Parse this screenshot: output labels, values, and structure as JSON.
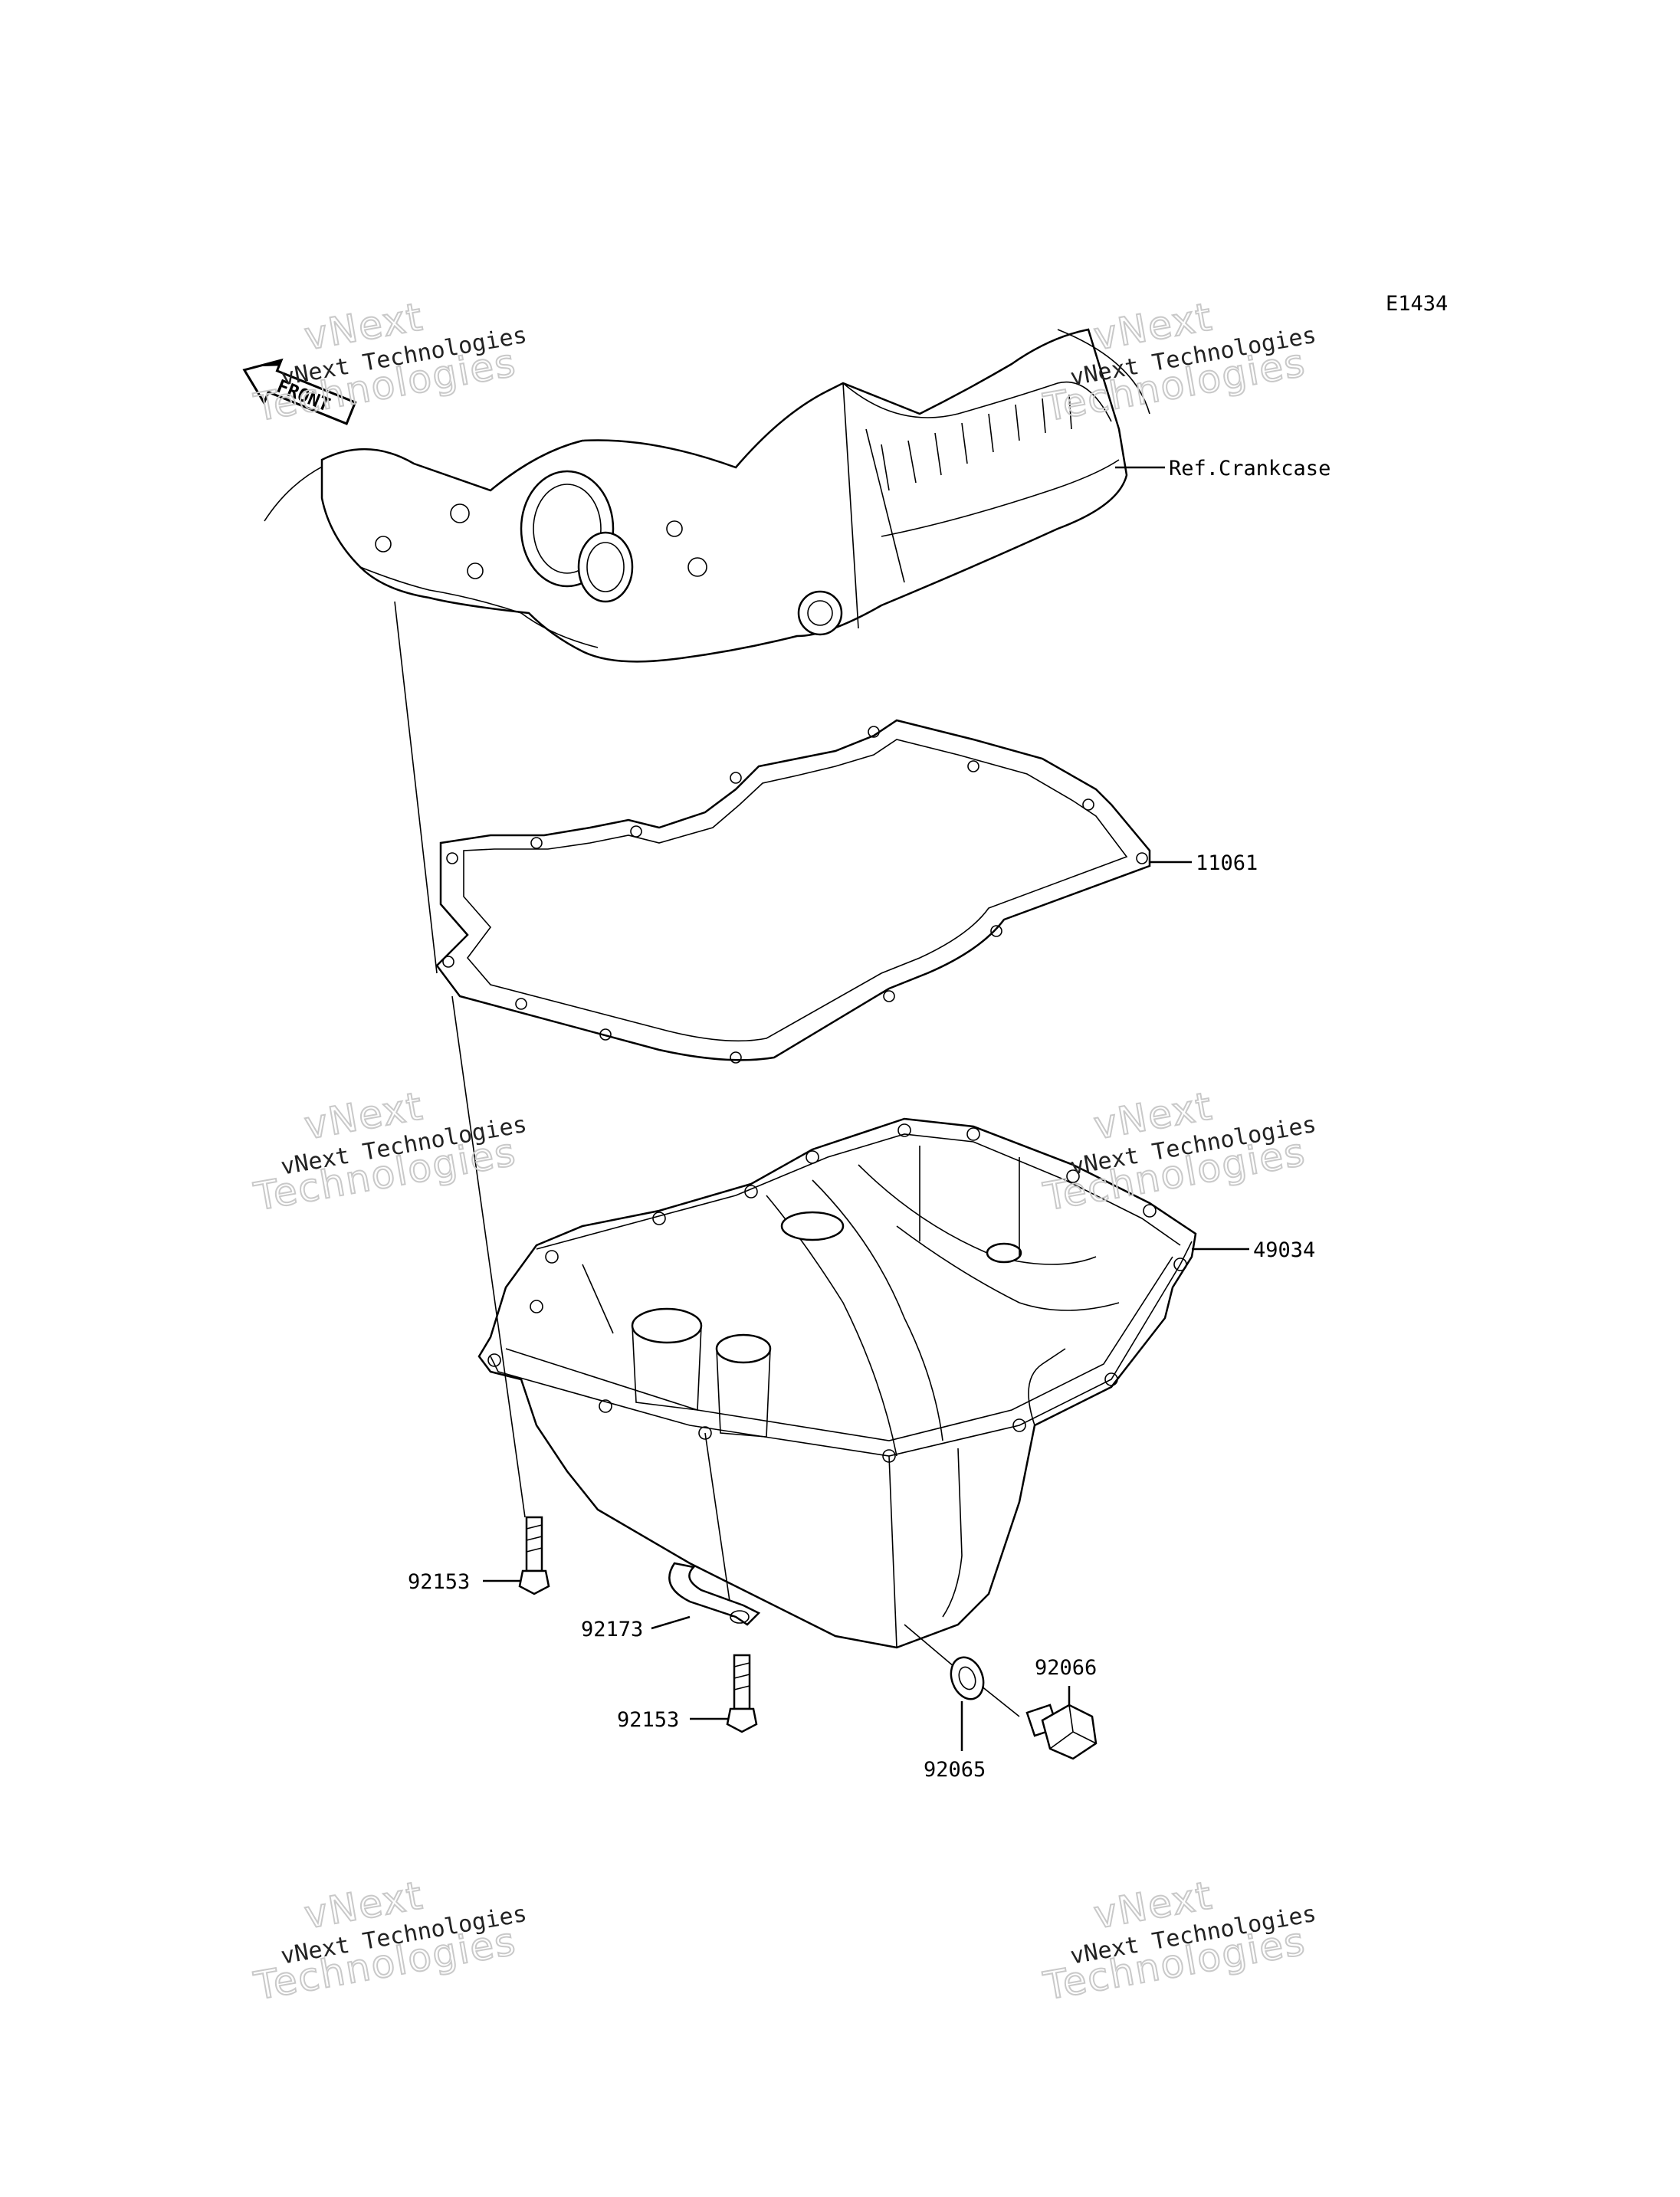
{
  "diagram": {
    "code": "E1434",
    "front_arrow": "FRONT",
    "labels": {
      "crankcase": "Ref.Crankcase",
      "gasket": "11061",
      "oil_pan": "49034",
      "bolt_left": "92153",
      "clamp": "92173",
      "bolt_lower": "92153",
      "washer": "92065",
      "drain_plug": "92066"
    }
  },
  "watermark": {
    "line1": "vNext Technologies",
    "line2": "vNext",
    "line3": "Technologies"
  }
}
